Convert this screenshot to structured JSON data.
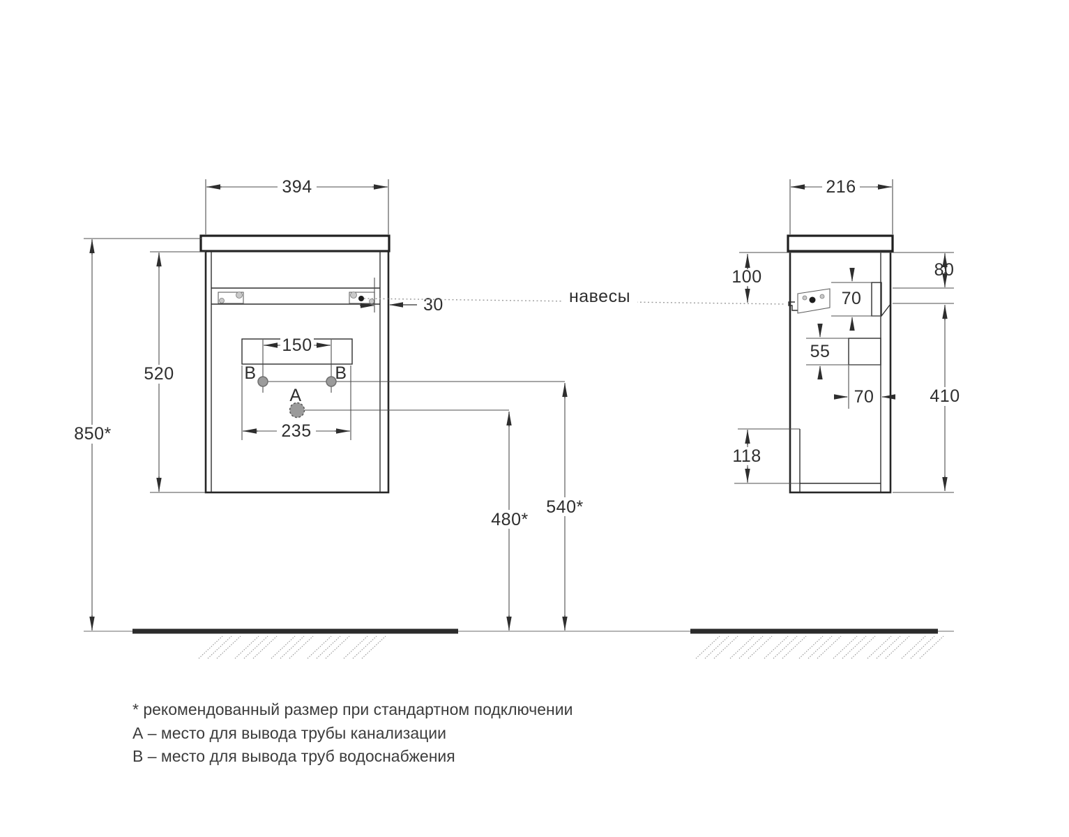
{
  "front_view": {
    "width": "394",
    "height_total": "850*",
    "body_height": "520",
    "hinge_inset": "30",
    "b_holes_span": "150",
    "box_width": "235",
    "drain_height": "480*",
    "supply_height": "540*",
    "label_a": "A",
    "label_b": "B"
  },
  "hinges_label": "навесы",
  "side_view": {
    "depth": "216",
    "hinge_drop": "100",
    "top_gap": "80",
    "hinge_plate_height": "70",
    "rail_height": "55",
    "rail_depth": "70",
    "door_height": "410",
    "notch_height": "118"
  },
  "legend": {
    "note_asterisk": "* рекомендованный размер при стандартном подключении",
    "note_a": "А – место для вывода трубы канализации",
    "note_b": "В – место для вывода труб водоснабжения"
  },
  "colors": {
    "line": "#2e2e2e",
    "hole_fill": "#9b9b9b"
  }
}
